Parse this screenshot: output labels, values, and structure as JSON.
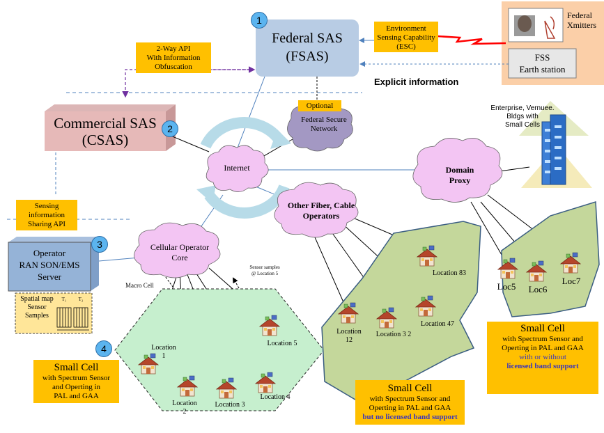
{
  "fsas": {
    "line1": "Federal SAS",
    "line2": "(FSAS)",
    "badge": "1"
  },
  "csas": {
    "line1": "Commercial SAS",
    "line2": "(CSAS)",
    "badge": "2"
  },
  "operator_server": {
    "line1": "Operator",
    "line2": "RAN SON/EMS",
    "line3": "Server",
    "badge": "3"
  },
  "small_cell_badge": "4",
  "api_box": {
    "line1": "2-Way API",
    "line2": "With Information",
    "line3": "Obfuscation"
  },
  "esc_box": {
    "line1": "Environment",
    "line2": "Sensing Capability",
    "line3": "(ESC)"
  },
  "federal_xmitters": {
    "line1": "Federal",
    "line2": "Xmitters"
  },
  "fss": {
    "line1": "FSS",
    "line2": "Earth station"
  },
  "explicit_info": "Explicit information",
  "optional": "Optional",
  "federal_secure_network": {
    "line1": "Federal Secure",
    "line2": "Network"
  },
  "internet": "Internet",
  "domain_proxy": {
    "line1": "Domain",
    "line2": "Proxy"
  },
  "enterprise": {
    "line1": "Enterprise, Vernuee.",
    "line2": "Bldgs with",
    "line3": "Small Cells"
  },
  "other_fiber": {
    "line1": "Other Fiber, Cable",
    "line2": "Operators"
  },
  "cellular_core": {
    "line1": "Cellular Operator",
    "line2": "Core"
  },
  "sensing_api": {
    "line1": "Sensing",
    "line2": "information",
    "line3": "Sharing API"
  },
  "sensor_samples": {
    "line1": "Sensor samples",
    "line2": "@ Location 5"
  },
  "macro_cell": "Macro Cell",
  "spatial_map": {
    "line1": "Spatial map",
    "line2": "Sensor",
    "line3": "Samples",
    "t1": "T₁",
    "t2": "T₂"
  },
  "macro_locations": {
    "loc1": {
      "line1": "Location",
      "line2": "1"
    },
    "loc2": {
      "line1": "Location",
      "line2": "2"
    },
    "loc3": "Location  3",
    "loc4": "Location 4",
    "loc5": "Location  5"
  },
  "fiber_locations": {
    "loc83": "Location  83",
    "loc12": {
      "line1": "Location",
      "line2": "12"
    },
    "loc32": "Location 3 2",
    "loc47": "Location 47"
  },
  "proxy_locations": {
    "loc5": "Loc5",
    "loc6": "Loc6",
    "loc7": "Loc7"
  },
  "small_cell_left": {
    "title": "Small Cell",
    "line1": "with Spectrum  Sensor",
    "line2": "and Operting in",
    "line3": "PAL and GAA"
  },
  "small_cell_mid": {
    "title": "Small Cell",
    "line1": "with Spectrum  Sensor and",
    "line2": "Operting in  PAL and GAA",
    "line3": "but no licensed band support"
  },
  "small_cell_right": {
    "title": "Small Cell",
    "line1": "with Spectrum  Sensor and",
    "line2": "Operting in  PAL and GAA",
    "line3": "with or without",
    "line4": "licensed band support"
  }
}
